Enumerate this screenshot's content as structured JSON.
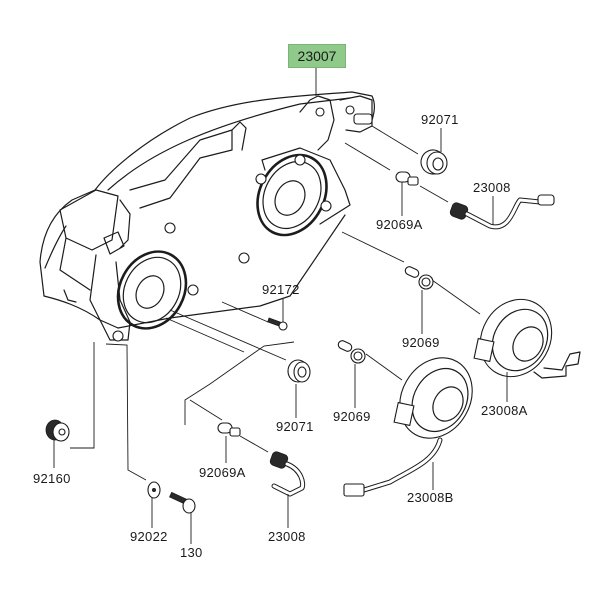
{
  "diagram": {
    "title_part": "23007",
    "highlight_color": "#8fca8a",
    "parts": [
      {
        "id": "23007",
        "name": "headlight-assembly"
      },
      {
        "id": "92071",
        "name": "grommet-upper"
      },
      {
        "id": "23008",
        "name": "socket-wire-upper"
      },
      {
        "id": "92069A",
        "name": "bulb-small-upper"
      },
      {
        "id": "92172",
        "name": "screw"
      },
      {
        "id": "92069",
        "name": "bulb-right"
      },
      {
        "id": "92069",
        "name": "bulb-center"
      },
      {
        "id": "92071",
        "name": "grommet-lower"
      },
      {
        "id": "23008A",
        "name": "cover-right"
      },
      {
        "id": "92160",
        "name": "damper"
      },
      {
        "id": "92069A",
        "name": "bulb-small-lower"
      },
      {
        "id": "23008B",
        "name": "cover-lower"
      },
      {
        "id": "92022",
        "name": "washer"
      },
      {
        "id": "130",
        "name": "bolt"
      },
      {
        "id": "23008",
        "name": "socket-wire-lower"
      }
    ]
  }
}
